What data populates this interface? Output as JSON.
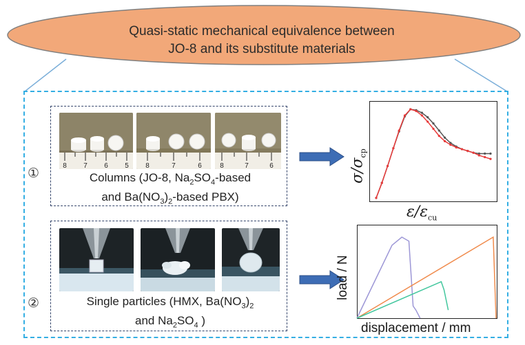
{
  "title": {
    "line1": "Quasi-static mechanical equivalence between",
    "line2": "JO-8 and its substitute materials"
  },
  "colors": {
    "ellipse_fill": "#f2a879",
    "outer_border": "#33aee3",
    "inner_border": "#34456b",
    "arrow": "#3d6db5"
  },
  "row1": {
    "number": "①",
    "caption_line1_a": "Columns (JO-8, Na",
    "caption_line1_sub": "2",
    "caption_line1_b": "SO",
    "caption_line1_sub2": "4",
    "caption_line1_c": "-based",
    "caption_line2_a": "and Ba(NO",
    "caption_line2_sub": "3",
    "caption_line2_b": ")",
    "caption_line2_sub2": "2",
    "caption_line2_c": "-based PBX)",
    "ruler_labels": [
      [
        "8",
        "7",
        "6",
        "5"
      ],
      [
        "8",
        "7",
        "6"
      ],
      [
        "8",
        "7",
        "6"
      ]
    ]
  },
  "row2": {
    "number": "②",
    "caption_line1_a": "Single particles (HMX, Ba(NO",
    "caption_line1_sub": "3",
    "caption_line1_b": ")",
    "caption_line1_sub2": "2",
    "caption_line2_a": "and Na",
    "caption_line2_sub": "2",
    "caption_line2_b": "SO",
    "caption_line2_sub2": "4",
    "caption_line2_c": " )"
  },
  "chart_data": [
    {
      "type": "line",
      "ylabel_main": "σ/σ",
      "ylabel_sub": "cp",
      "xlabel_main": "ε/ε",
      "xlabel_sub": "cu",
      "series": [
        {
          "color": "#555555",
          "x": [
            0.0,
            0.05,
            0.1,
            0.15,
            0.2,
            0.25,
            0.3,
            0.35,
            0.4,
            0.45,
            0.5,
            0.55,
            0.6,
            0.65,
            0.7,
            0.75,
            0.8,
            0.85,
            0.9,
            0.95,
            1.0
          ],
          "y": [
            0.0,
            0.17,
            0.36,
            0.56,
            0.75,
            0.92,
            1.0,
            0.99,
            0.96,
            0.91,
            0.84,
            0.76,
            0.68,
            0.62,
            0.58,
            0.55,
            0.53,
            0.51,
            0.5,
            0.5,
            0.5
          ]
        },
        {
          "color": "#e83a3a",
          "x": [
            0.0,
            0.05,
            0.1,
            0.15,
            0.2,
            0.25,
            0.3,
            0.35,
            0.4,
            0.45,
            0.5,
            0.55,
            0.6,
            0.65,
            0.7,
            0.75,
            0.8,
            0.85,
            0.9,
            0.95,
            1.0
          ],
          "y": [
            0.0,
            0.17,
            0.36,
            0.56,
            0.76,
            0.93,
            1.0,
            0.98,
            0.93,
            0.86,
            0.78,
            0.7,
            0.64,
            0.6,
            0.57,
            0.55,
            0.53,
            0.51,
            0.48,
            0.46,
            0.44
          ]
        }
      ]
    },
    {
      "type": "line",
      "ylabel": "load / N",
      "xlabel": "displacement / mm",
      "series": [
        {
          "color": "#9c96d6",
          "x": [
            0.0,
            0.25,
            0.32,
            0.37,
            0.4,
            0.42,
            0.45
          ],
          "y": [
            0.0,
            0.9,
            1.0,
            0.95,
            0.15,
            0.1,
            0.0
          ]
        },
        {
          "color": "#f08a4b",
          "x": [
            0.0,
            0.97,
            0.99
          ],
          "y": [
            0.0,
            1.0,
            0.0
          ]
        },
        {
          "color": "#43c79e",
          "x": [
            0.0,
            0.6,
            0.62,
            0.65
          ],
          "y": [
            0.0,
            0.45,
            0.35,
            0.1
          ]
        }
      ]
    }
  ]
}
